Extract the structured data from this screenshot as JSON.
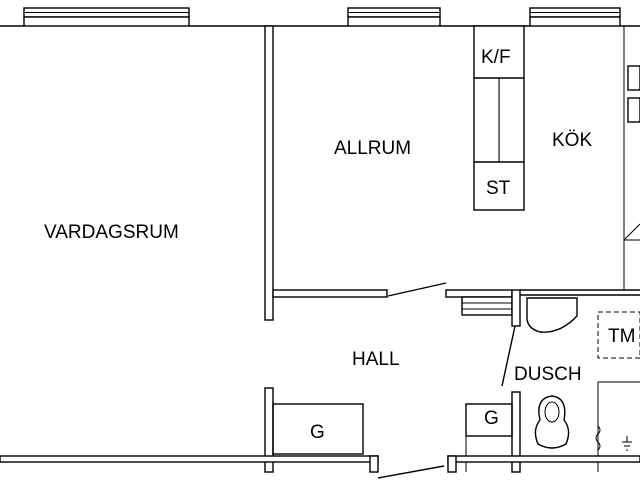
{
  "rooms": {
    "vardagsrum": "VARDAGSRUM",
    "allrum": "ALLRUM",
    "kok": "KÖK",
    "hall": "HALL",
    "dusch": "DUSCH"
  },
  "fixtures": {
    "kf": "K/F",
    "st": "ST",
    "tm": "TM",
    "g1": "G",
    "g2": "G"
  }
}
